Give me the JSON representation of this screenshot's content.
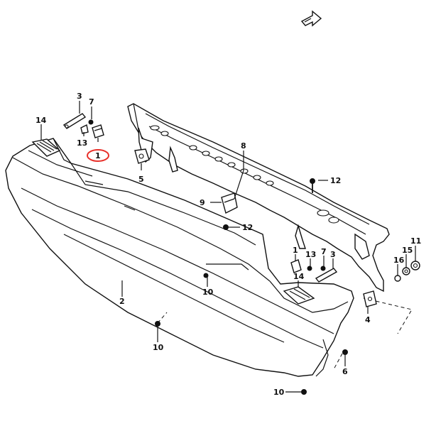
{
  "accent_color": "#e8302a",
  "highlighted_part": "1",
  "icons": {
    "orientation": "front-arrow-icon"
  },
  "callouts": [
    {
      "id": "c-3a",
      "text": "3"
    },
    {
      "id": "c-7a",
      "text": "7"
    },
    {
      "id": "c-14a",
      "text": "14"
    },
    {
      "id": "c-13a",
      "text": "13"
    },
    {
      "id": "c-1a",
      "text": "1"
    },
    {
      "id": "c-5",
      "text": "5"
    },
    {
      "id": "c-8",
      "text": "8"
    },
    {
      "id": "c-12a",
      "text": "12"
    },
    {
      "id": "c-9",
      "text": "9"
    },
    {
      "id": "c-12b",
      "text": "12"
    },
    {
      "id": "c-11",
      "text": "11"
    },
    {
      "id": "c-15",
      "text": "15"
    },
    {
      "id": "c-16",
      "text": "16"
    },
    {
      "id": "c-1b",
      "text": "1"
    },
    {
      "id": "c-13b",
      "text": "13"
    },
    {
      "id": "c-7b",
      "text": "7"
    },
    {
      "id": "c-3b",
      "text": "3"
    },
    {
      "id": "c-14b",
      "text": "14"
    },
    {
      "id": "c-10a",
      "text": "10"
    },
    {
      "id": "c-2",
      "text": "2"
    },
    {
      "id": "c-4",
      "text": "4"
    },
    {
      "id": "c-10b",
      "text": "10"
    },
    {
      "id": "c-6",
      "text": "6"
    },
    {
      "id": "c-10c",
      "text": "10"
    }
  ]
}
